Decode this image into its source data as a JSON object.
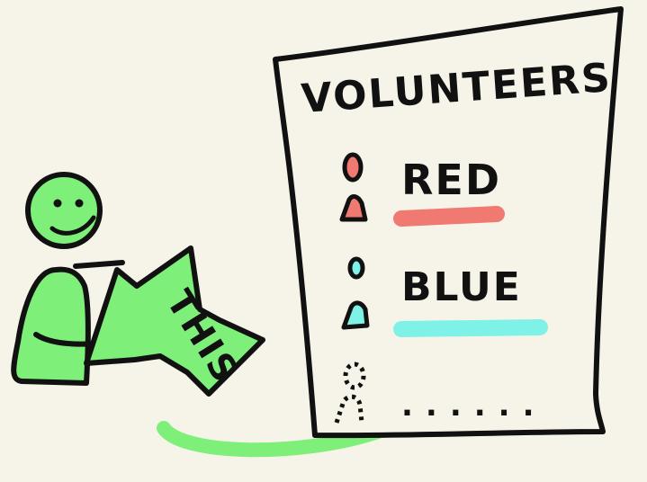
{
  "sheet": {
    "title": "VOLUNTEERS",
    "entries": [
      {
        "label": "RED",
        "color": "#f07a72"
      },
      {
        "label": "BLUE",
        "color": "#7ef2e6"
      }
    ],
    "placeholder_text": "......"
  },
  "arrow": {
    "label": "THIS",
    "color": "#7ef07a"
  },
  "person": {
    "color": "#7ef07a"
  },
  "colors": {
    "background": "#f6f4e8",
    "ink": "#111111",
    "paper": "#f6f4e8"
  }
}
